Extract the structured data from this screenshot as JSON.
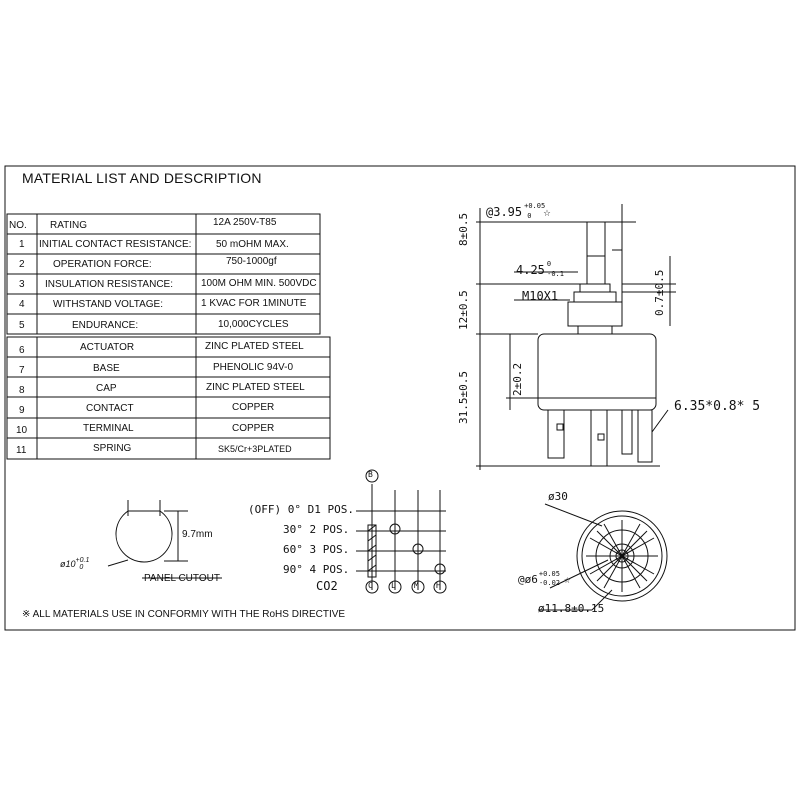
{
  "title": "MATERIAL LIST AND DESCRIPTION",
  "table": {
    "header": {
      "no": "NO.",
      "item": "RATING",
      "value": "12A 250V-T85"
    },
    "rows": [
      {
        "no": "1",
        "item": "INITIAL CONTACT RESISTANCE:",
        "value": "50 mOHM MAX."
      },
      {
        "no": "2",
        "item": "OPERATION FORCE:",
        "value": "750-1000gf"
      },
      {
        "no": "3",
        "item": "INSULATION RESISTANCE:",
        "value": "100M OHM MIN. 500VDC"
      },
      {
        "no": "4",
        "item": "WITHSTAND VOLTAGE:",
        "value": "1 KVAC FOR 1MINUTE"
      },
      {
        "no": "5",
        "item": "ENDURANCE:",
        "value": "10,000CYCLES"
      },
      {
        "no": "6",
        "item": "ACTUATOR",
        "value": "ZINC PLATED STEEL"
      },
      {
        "no": "7",
        "item": "BASE",
        "value": "PHENOLIC 94V-0"
      },
      {
        "no": "8",
        "item": "CAP",
        "value": "ZINC PLATED STEEL"
      },
      {
        "no": "9",
        "item": "CONTACT",
        "value": "COPPER"
      },
      {
        "no": "10",
        "item": "TERMINAL",
        "value": "COPPER"
      },
      {
        "no": "11",
        "item": "SPRING",
        "value": "SK5/Cr+3PLATED"
      }
    ]
  },
  "side_view": {
    "shaft_dia": "@3.95",
    "shaft_tol_plus": "+0.05",
    "shaft_tol_zero": "0",
    "shaft_star": "☆",
    "flat_width": "4.25",
    "flat_tol_zero": "0",
    "flat_tol_minus": "-0.1",
    "thread": "M10X1",
    "dim_top": "8±0.5",
    "dim_mid": "12±0.5",
    "dim_body": "31.5±0.5",
    "dim_base": "2±0.2",
    "dim_right": "0.7±0.5",
    "terminal": "6.35*0.8* 5"
  },
  "panel_cutout": {
    "dia": "ø10",
    "dia_tol_plus": "+0.1",
    "dia_tol_zero": "0",
    "flat": "9.7mm",
    "label": "PANEL CUTOUT"
  },
  "switching": {
    "positions": [
      {
        "label": "(OFF)  0°  D1  POS."
      },
      {
        "label": "30°  2  POS."
      },
      {
        "label": "60°  3  POS."
      },
      {
        "label": "90°  4  POS."
      }
    ],
    "circuit_top": "B",
    "terminals": [
      "C",
      "L",
      "M",
      "H"
    ],
    "code": "CO2"
  },
  "bottom_view": {
    "dia_outer": "ø30",
    "dia_mid": "ø11.8±0.15",
    "dia_inner": "@ø6",
    "inner_tol_plus": "+0.05",
    "inner_tol_minus": "-0.02",
    "inner_star": "☆"
  },
  "note": "※ ALL MATERIALS USE IN CONFORMIY  WITH THE RoHS DIRECTIVE"
}
